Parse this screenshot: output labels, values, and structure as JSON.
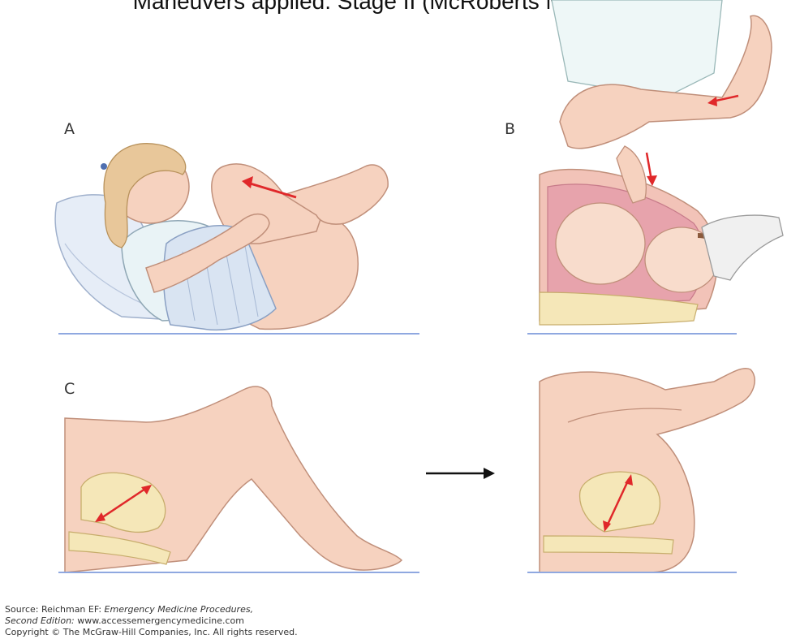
{
  "title": "Maneuvers applied: Stage II (McRoberts Maneuver)",
  "panels": {
    "a_label": "A",
    "b_label": "B",
    "c_label": "C"
  },
  "source": {
    "line1_prefix": "Source: Reichman EF: ",
    "line1_title": "Emergency Medicine Procedures,",
    "line2_edition": "Second Edition:",
    "line2_url": " www.accessemergencymedicine.com",
    "line3": "Copyright © The McGraw-Hill Companies, Inc. All rights reserved."
  },
  "colors": {
    "skin": "#f6d2bf",
    "skin_stroke": "#c08f7a",
    "arrow_red": "#e0282a",
    "floor": "#8fa8e0",
    "pelvis": "#f5e7b8",
    "uterus": "#d98a9a",
    "linen": "#d9e4f2"
  }
}
